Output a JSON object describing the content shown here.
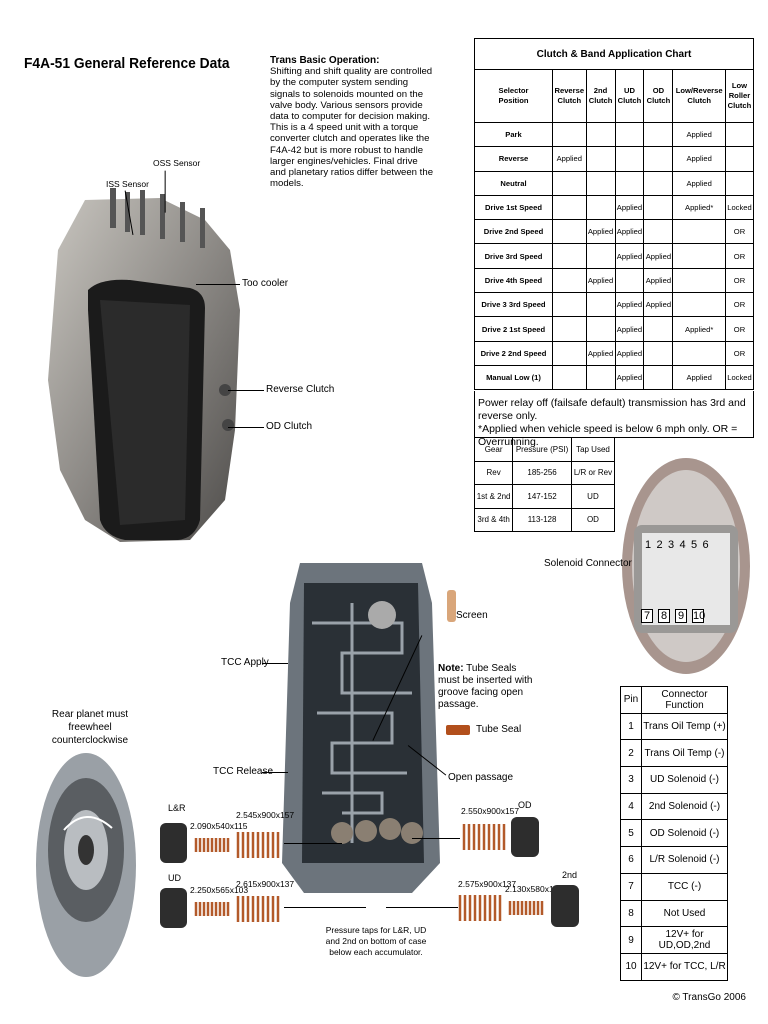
{
  "title": "F4A-51  General Reference Data",
  "basic_operation": {
    "heading": "Trans Basic Operation:",
    "text": "Shifting and shift quality are controlled by the computer system sending signals to solenoids mounted on the valve body. Various sensors provide data to computer for decision making. This is a 4 speed unit with a torque converter clutch and operates like the F4A-42 but is more robust to handle larger engines/vehicles. Final drive and planetary ratios differ between the models."
  },
  "chart": {
    "title": "Clutch & Band Application Chart",
    "headers": [
      "Selector\nPosition",
      "Reverse\nClutch",
      "2nd\nClutch",
      "UD\nClutch",
      "OD\nClutch",
      "Low/Reverse\nClutch",
      "Low\nRoller\nClutch"
    ],
    "rows": [
      [
        "Park",
        "",
        "",
        "",
        "",
        "Applied",
        ""
      ],
      [
        "Reverse",
        "Applied",
        "",
        "",
        "",
        "Applied",
        ""
      ],
      [
        "Neutral",
        "",
        "",
        "",
        "",
        "Applied",
        ""
      ],
      [
        "Drive 1st Speed",
        "",
        "",
        "Applied",
        "",
        "Applied*",
        "Locked"
      ],
      [
        "Drive 2nd Speed",
        "",
        "Applied",
        "Applied",
        "",
        "",
        "OR"
      ],
      [
        "Drive 3rd Speed",
        "",
        "",
        "Applied",
        "Applied",
        "",
        "OR"
      ],
      [
        "Drive 4th Speed",
        "",
        "Applied",
        "",
        "Applied",
        "",
        "OR"
      ],
      [
        "Drive 3 3rd Speed",
        "",
        "",
        "Applied",
        "Applied",
        "",
        "OR"
      ],
      [
        "Drive 2 1st Speed",
        "",
        "",
        "Applied",
        "",
        "Applied*",
        "OR"
      ],
      [
        "Drive 2 2nd Speed",
        "",
        "Applied",
        "Applied",
        "",
        "",
        "OR"
      ],
      [
        "Manual Low (1)",
        "",
        "",
        "Applied",
        "",
        "Applied",
        "Locked"
      ]
    ],
    "note1": "Power relay off (failsafe default) transmission has 3rd and reverse only.",
    "note2": "*Applied when vehicle speed is below 6 mph only.  OR = Overrunning."
  },
  "pressure": {
    "headers": [
      "Gear",
      "Pressure (PSI)",
      "Tap Used"
    ],
    "rows": [
      [
        "Rev",
        "185-256",
        "L/R or Rev"
      ],
      [
        "1st & 2nd",
        "147-152",
        "UD"
      ],
      [
        "3rd & 4th",
        "113-128",
        "OD"
      ]
    ]
  },
  "labels": {
    "oss": "OSS Sensor",
    "iss": "ISS Sensor",
    "cooler": "Too cooler",
    "rev_clutch": "Reverse Clutch",
    "od_clutch": "OD Clutch",
    "solenoid_connector": "Solenoid Connector",
    "screen": "Screen",
    "tcc_apply": "TCC Apply",
    "tcc_release": "TCC Release",
    "note_bold": "Note:",
    "note_text": " Tube Seals must be inserted with groove facing open passage.",
    "tube_seal": "Tube Seal",
    "open_passage": "Open passage",
    "rear_planet": "Rear planet must freewheel counterclockwise",
    "pressure_taps": "Pressure taps for L&R, UD and 2nd on bottom of case below each accumulator.",
    "lr": "L&R",
    "ud": "UD",
    "od": "OD",
    "second": "2nd",
    "sp1": "2.090x540x115",
    "sp2": "2.545x900x157",
    "sp3": "2.250x565x103",
    "sp4": "2.615x900x137",
    "sp5": "2.550x900x157",
    "sp6": "2.575x900x137",
    "sp7": "2.130x580x115"
  },
  "connector_pins_top": [
    "1",
    "2",
    "3",
    "4",
    "5",
    "6"
  ],
  "connector_pins_bottom": [
    "7",
    "8",
    "9",
    "10"
  ],
  "pins": {
    "headers": [
      "Pin",
      "Connector Function"
    ],
    "rows": [
      [
        "1",
        "Trans Oil Temp (+)"
      ],
      [
        "2",
        "Trans Oil Temp (-)"
      ],
      [
        "3",
        "UD Solenoid (-)"
      ],
      [
        "4",
        "2nd Solenoid (-)"
      ],
      [
        "5",
        "OD Solenoid (-)"
      ],
      [
        "6",
        "L/R Solenoid (-)"
      ],
      [
        "7",
        "TCC (-)"
      ],
      [
        "8",
        "Not Used"
      ],
      [
        "9",
        "12V+ for UD,OD,2nd"
      ],
      [
        "10",
        "12V+ for TCC, L/R"
      ]
    ]
  },
  "copyright": "© TransGo 2006"
}
